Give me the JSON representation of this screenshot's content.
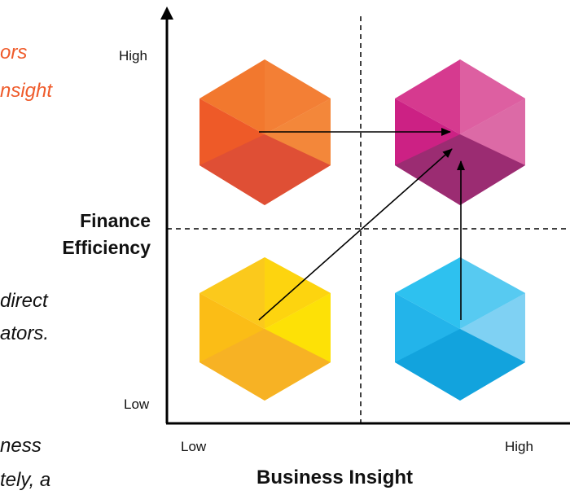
{
  "left_text": {
    "line1": "ors",
    "line2": "nsight",
    "line3": "direct",
    "line4": "ators.",
    "line5": "ness",
    "line6": "tely, a"
  },
  "y_axis": {
    "title_line1": "Finance",
    "title_line2": "Efficiency",
    "high_label": "High",
    "low_label": "Low"
  },
  "x_axis": {
    "title": "Business Insight",
    "low_label": "Low",
    "high_label": "High"
  },
  "cubes": [
    {
      "quadrant": "top-left",
      "x_level": "Low",
      "y_level": "High",
      "color_main": "#f26a2c"
    },
    {
      "quadrant": "top-right",
      "x_level": "High",
      "y_level": "High",
      "color_main": "#c9237f"
    },
    {
      "quadrant": "bottom-left",
      "x_level": "Low",
      "y_level": "Low",
      "color_main": "#fbc314"
    },
    {
      "quadrant": "bottom-right",
      "x_level": "High",
      "y_level": "Low",
      "color_main": "#22b8ec"
    }
  ],
  "arrows": [
    {
      "from": "top-left",
      "to": "top-right"
    },
    {
      "from": "bottom-left",
      "to": "top-right"
    },
    {
      "from": "bottom-right",
      "to": "top-right"
    }
  ]
}
